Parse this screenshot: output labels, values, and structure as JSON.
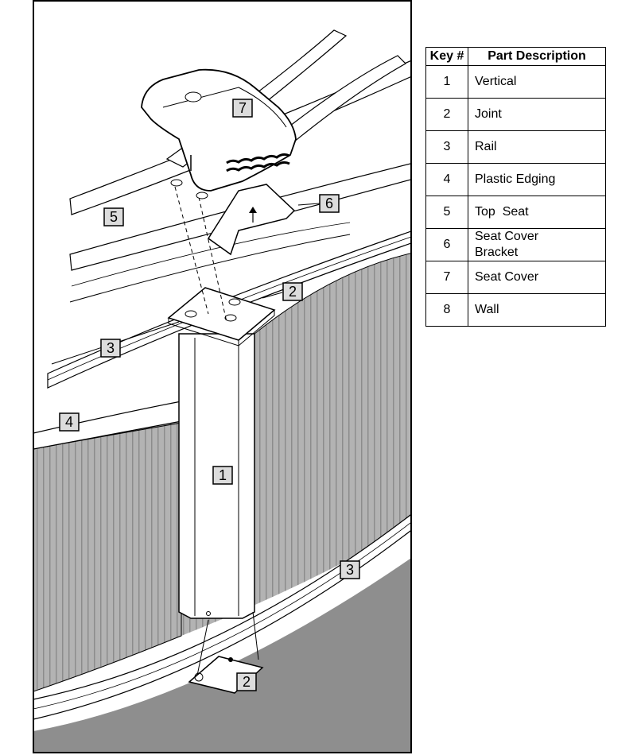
{
  "table": {
    "headers": [
      "Key #",
      "Part Description"
    ],
    "rows": [
      {
        "key": "1",
        "description": "Vertical"
      },
      {
        "key": "2",
        "description": "Joint"
      },
      {
        "key": "3",
        "description": "Rail"
      },
      {
        "key": "4",
        "description": "Plastic Edging"
      },
      {
        "key": "5",
        "description": "Top  Seat"
      },
      {
        "key": "6",
        "description": "Seat Cover\nBracket"
      },
      {
        "key": "7",
        "description": "Seat Cover"
      },
      {
        "key": "8",
        "description": "Wall"
      }
    ]
  },
  "callouts": [
    "7",
    "6",
    "5",
    "2",
    "3",
    "4",
    "1",
    "3",
    "2"
  ],
  "colors": {
    "wall": "#b3b3b3",
    "wall_stripe": "#8c8c8c",
    "ground": "#8e8e8e",
    "parts": "#ffffff",
    "callout_fill": "#dcdcdc",
    "outline": "#000000"
  }
}
